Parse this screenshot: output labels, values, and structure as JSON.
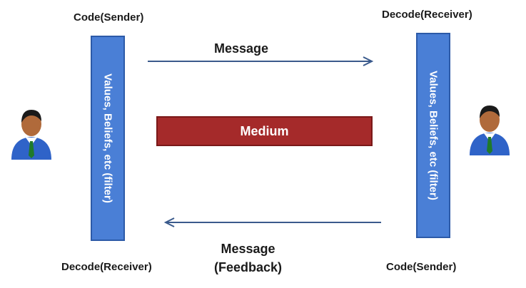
{
  "sender_label_top": "Code(Sender)",
  "receiver_label_top": "Decode(Receiver)",
  "receiver_label_bottom": "Decode(Receiver)",
  "sender_label_bottom": "Code(Sender)",
  "message_top": "Message",
  "message_bottom_line1": "Message",
  "message_bottom_line2": "(Feedback)",
  "filter_left": "Values, Beliefs, etc (filter)",
  "filter_right": "Values, Beliefs, etc (filter)",
  "medium": "Medium",
  "icons": {
    "left_person": "person-icon",
    "right_person": "person-icon",
    "top_arrow": "arrow-right-icon",
    "bottom_arrow": "arrow-left-icon"
  },
  "colors": {
    "filter_bar": "#4a7fd6",
    "medium_box": "#a52a2a",
    "arrow": "#3a5a8c"
  }
}
